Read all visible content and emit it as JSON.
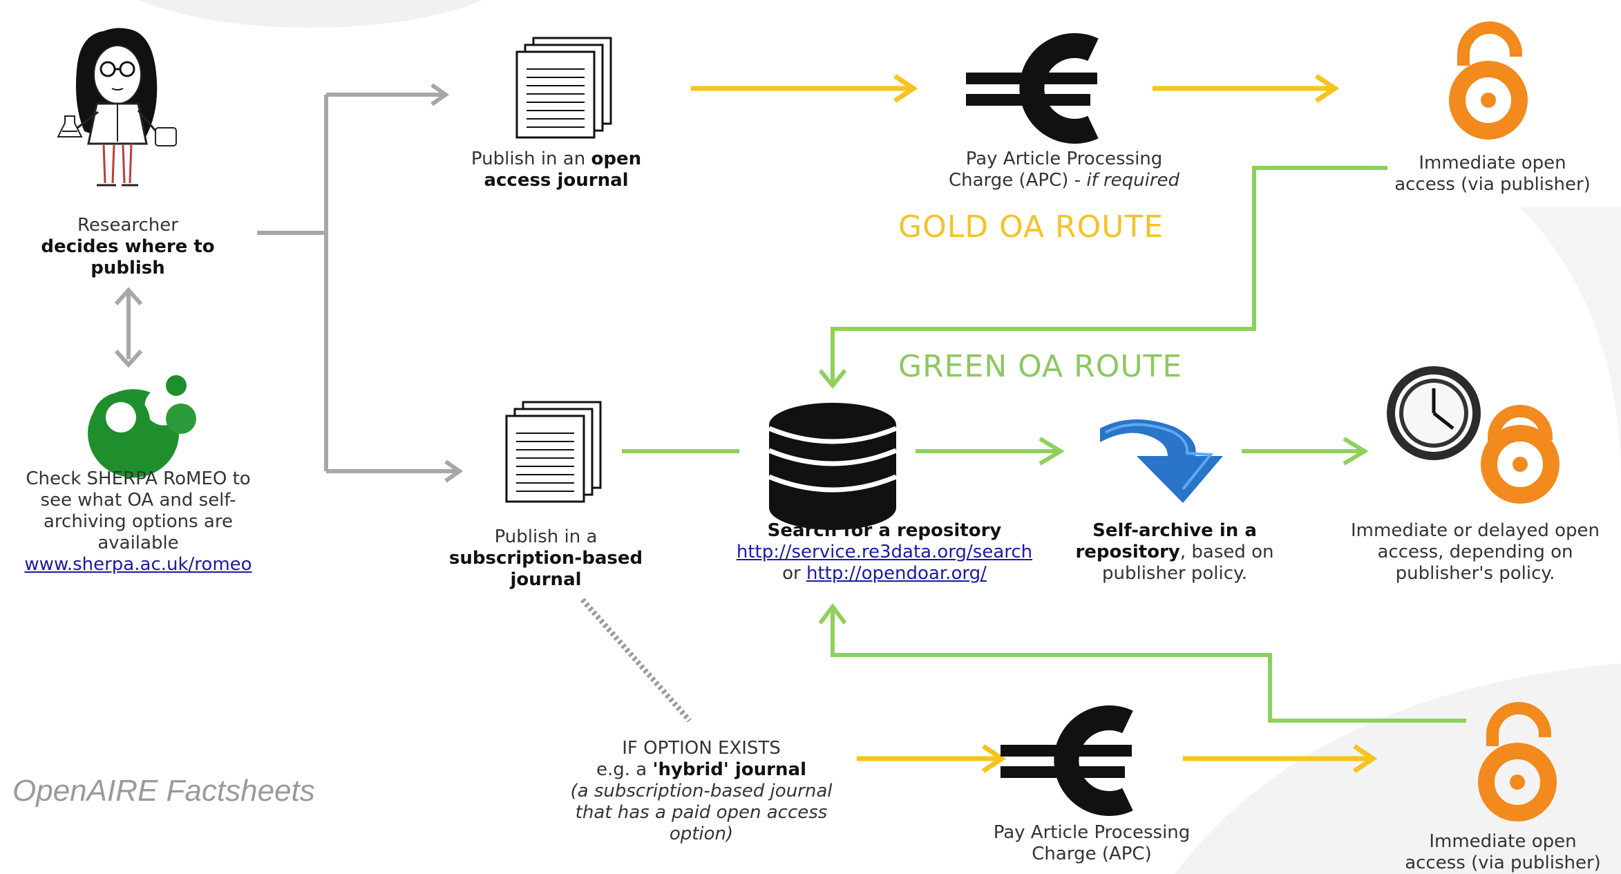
{
  "colors": {
    "gray_arrow": "#a7a7a7",
    "gold_arrow": "#f7c31f",
    "gold_text": "#f5c226",
    "green": "#8dd15b",
    "green_text": "#8dc85f",
    "oa_orange": "#f28a1e",
    "sherpa_green": "#1f8f2e",
    "link_blue": "#1a1aa6"
  },
  "icons": {
    "researcher": "researcher-icon",
    "sherpa": "sherpa-romeo-logo",
    "document": "document-stack-icon",
    "euro": "euro-icon",
    "open_access": "open-access-lock-icon",
    "database": "database-icon",
    "download": "download-arrow-icon",
    "clock": "clock-icon"
  },
  "researcher": {
    "line1": "Researcher",
    "line2": "decides where to",
    "line3": "publish"
  },
  "sherpa": {
    "line1": "Check SHERPA RoMEO to",
    "line2": "see what OA and self-",
    "line3": "archiving options are",
    "line4": "available",
    "link": "www.sherpa.ac.uk/romeo"
  },
  "gold_route": {
    "label": "GOLD OA ROUTE",
    "publish_prefix": "Publish in an ",
    "publish_bold1": "open",
    "publish_bold2": "access journal",
    "apc_line1": "Pay Article Processing",
    "apc_line2_prefix": "Charge (APC) - ",
    "apc_line2_italic": "if required",
    "oa_line1": "Immediate open",
    "oa_line2": "access (via publisher)"
  },
  "green_route": {
    "label": "GREEN OA ROUTE",
    "publish_line1": "Publish in a",
    "publish_bold1": "subscription-based",
    "publish_bold2": "journal",
    "search_bold": "Search for a repository",
    "search_link1": "http://service.re3data.org/search",
    "search_or": "or ",
    "search_link2": "http://opendoar.org/",
    "archive_bold1": "Self-archive in a",
    "archive_bold2": "repository",
    "archive_rest": ", based on",
    "archive_line3": "publisher policy.",
    "delayed_line1": "Immediate or delayed open",
    "delayed_line2": "access, depending on",
    "delayed_line3": "publisher's policy."
  },
  "hybrid": {
    "line1": "IF OPTION EXISTS",
    "line2_prefix": "e.g.  a ",
    "line2_bold": "'hybrid' journal",
    "line3": "(a subscription-based journal",
    "line4": "that has a paid open access",
    "line5": "option)",
    "apc_line1": "Pay Article Processing",
    "apc_line2": "Charge (APC)",
    "oa_line1": "Immediate open",
    "oa_line2": "access (via publisher)"
  },
  "footer": {
    "watermark": "OpenAIRE Factsheets"
  }
}
